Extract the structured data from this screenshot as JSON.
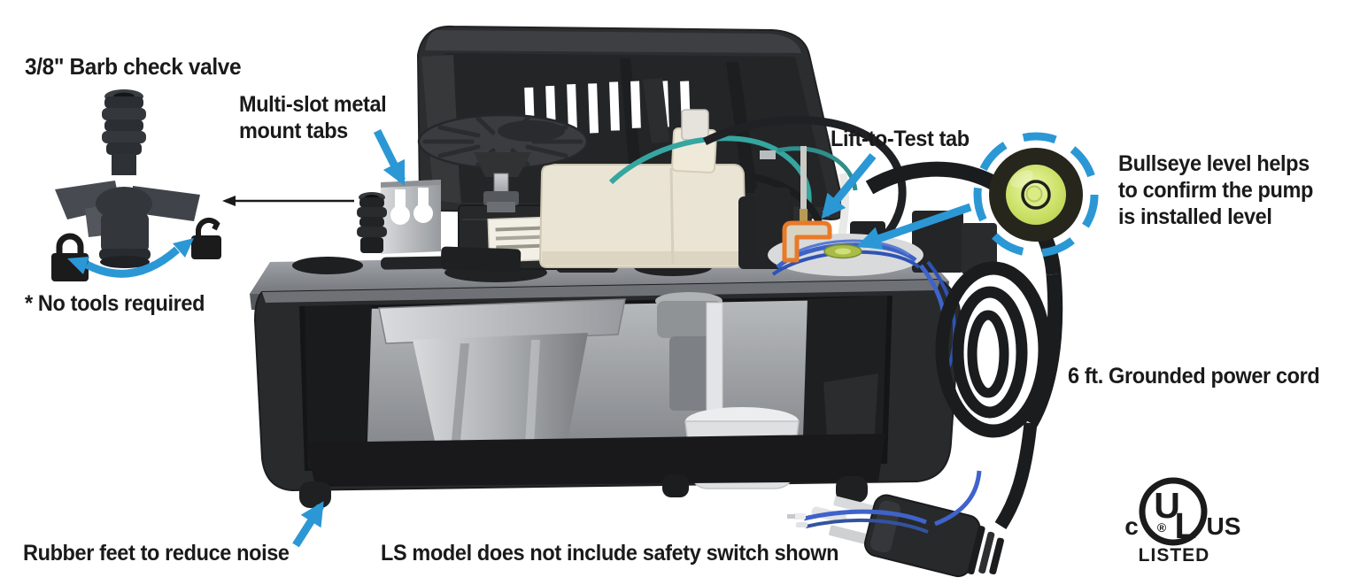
{
  "labels": {
    "check_valve_title": "3/8\" Barb check valve",
    "no_tools_note": "* No tools required",
    "mount_tabs_line1": "Multi-slot metal",
    "mount_tabs_line2": "mount tabs",
    "lift_to_test": "Lift-to-Test tab",
    "bullseye_line1": "Bullseye level helps",
    "bullseye_line2": "to confirm the pump",
    "bullseye_line3": "is installed level",
    "power_cord": "6 ft. Grounded power cord",
    "rubber_feet": "Rubber feet to reduce noise",
    "ls_model_note": "LS model does not include safety switch shown"
  },
  "ul_mark": {
    "c_prefix": "c",
    "letter_u": "U",
    "letter_l": "L",
    "us_suffix": "US",
    "registered": "®",
    "listed": "LISTED"
  },
  "colors": {
    "arrow_blue": "#2b98d5",
    "text_black": "#1a1a1a",
    "lift_tab_orange": "#e87a28",
    "level_green": "#cde26a",
    "wire_blue": "#3f63c9",
    "wire_teal": "#35a6a0",
    "pump_body_dark": "#2a2b2d"
  },
  "icons": {
    "lock_closed_icon": "closed padlock glyph",
    "lock_open_icon": "open padlock glyph",
    "rotate_arrow_icon": "curved double-headed blue arrow",
    "callout_arrow_icon": "solid blue triangular callout arrow",
    "bullseye_level_icon": "circular bubble level with green fluid",
    "ul_listed_icon": "cULus LISTED certification mark"
  }
}
